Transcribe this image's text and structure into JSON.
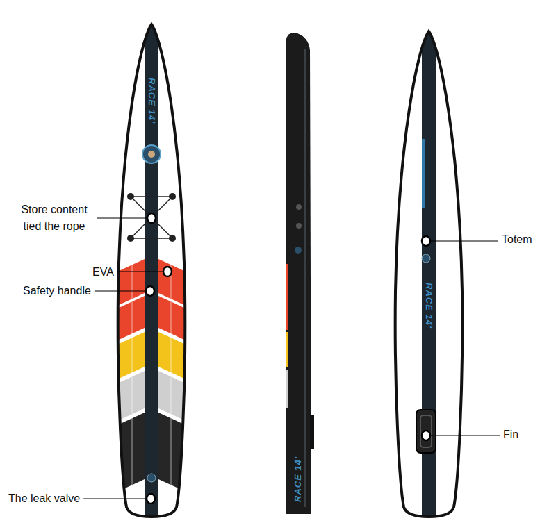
{
  "diagram": {
    "labels": [
      "RACE 14'",
      "Store content tied the rope",
      "EVA",
      "Safety handle",
      "The leak valve",
      "RACE 14'",
      "RACE 14'",
      "Totem",
      "Fin"
    ]
  }
}
